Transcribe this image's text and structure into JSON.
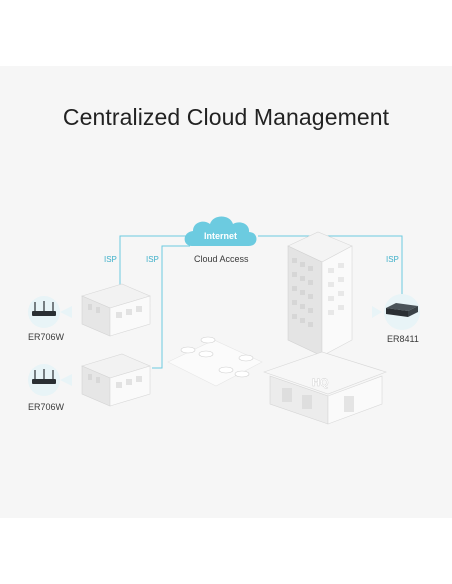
{
  "title": "Centralized Cloud Management",
  "cloud": {
    "label": "Internet",
    "caption": "Cloud Access"
  },
  "isp_labels": [
    "ISP",
    "ISP",
    "ISP"
  ],
  "devices": [
    {
      "label": "ER706W"
    },
    {
      "label": "ER706W"
    },
    {
      "label": "ER8411"
    }
  ],
  "hq_sign": "HQ",
  "colors": {
    "accent": "#3fb0c9",
    "line": "#6ccbe0",
    "device_circle": "#e8f4f7"
  }
}
